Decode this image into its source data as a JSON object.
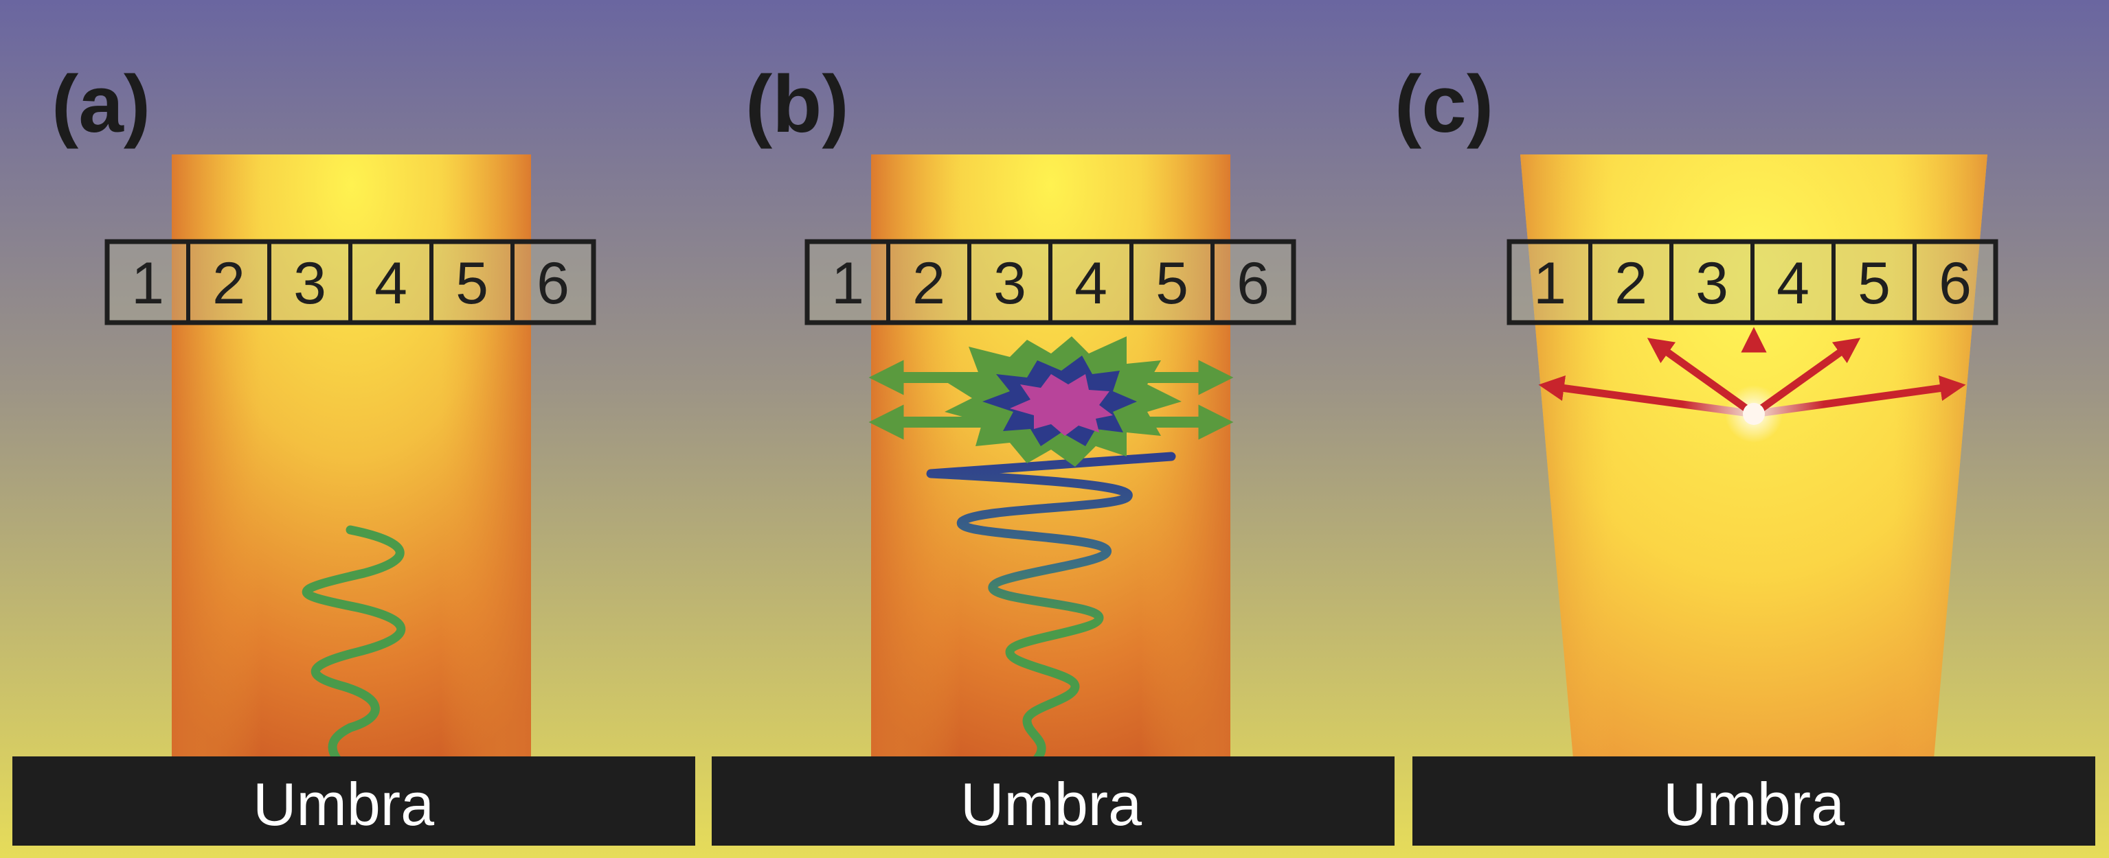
{
  "panels": [
    {
      "label": "(a)",
      "cells": [
        "1",
        "2",
        "3",
        "4",
        "5",
        "6"
      ],
      "base_label": "Umbra"
    },
    {
      "label": "(b)",
      "cells": [
        "1",
        "2",
        "3",
        "4",
        "5",
        "6"
      ],
      "base_label": "Umbra"
    },
    {
      "label": "(c)",
      "cells": [
        "1",
        "2",
        "3",
        "4",
        "5",
        "6"
      ],
      "base_label": "Umbra"
    }
  ],
  "colors": {
    "sky_top": "#6a66a0",
    "sky_bottom": "#e6dc5a",
    "column_edge": "#d36a2a",
    "column_center": "#fff050",
    "umbra_band": "#1e1e1e",
    "wave_green": "#4a9a4a",
    "wave_blue": "#2f3f8c",
    "shock_green": "#5a9a3e",
    "shock_blue": "#2c3a8a",
    "shock_magenta": "#b8449a",
    "arrow_red": "#c8242c"
  }
}
